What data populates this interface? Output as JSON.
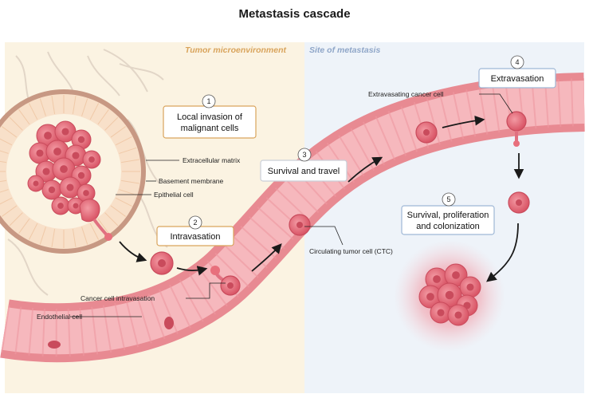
{
  "title": "Metastasis cascade",
  "regions": {
    "tumor": "Tumor microenvironment",
    "metastasis": "Site of metastasis"
  },
  "steps": [
    {
      "number": "1",
      "line1": "Local invasion of",
      "line2": "malignant cells"
    },
    {
      "number": "2",
      "line1": "Intravasation",
      "line2": ""
    },
    {
      "number": "3",
      "line1": "Survival and travel",
      "line2": ""
    },
    {
      "number": "4",
      "line1": "Extravasation",
      "line2": ""
    },
    {
      "number": "5",
      "line1": "Survival, proliferation",
      "line2": "and colonization"
    }
  ],
  "labels": {
    "ecm": "Extracellular matrix",
    "basement": "Basement membrane",
    "epithelial": "Epithelial cell",
    "intravasation": "Cancer cell intravasation",
    "endothelial": "Endothelial cell",
    "ctc": "Circulating tumor cell (CTC)",
    "extravasating": "Extravasating cancer cell"
  },
  "colors": {
    "tumor_bg": "#fbf3e2",
    "metastasis_bg": "#eef3f9",
    "tumor_label": "#d9a45c",
    "metastasis_label": "#8fa6c8",
    "vessel": "#f3a9ae",
    "vessel_edge": "#e88a92",
    "cell": "#e86f7c",
    "cell_dark": "#c94b5c",
    "box_tumor_border": "#d9a45c",
    "box_meta_border": "#9fb7d6"
  }
}
